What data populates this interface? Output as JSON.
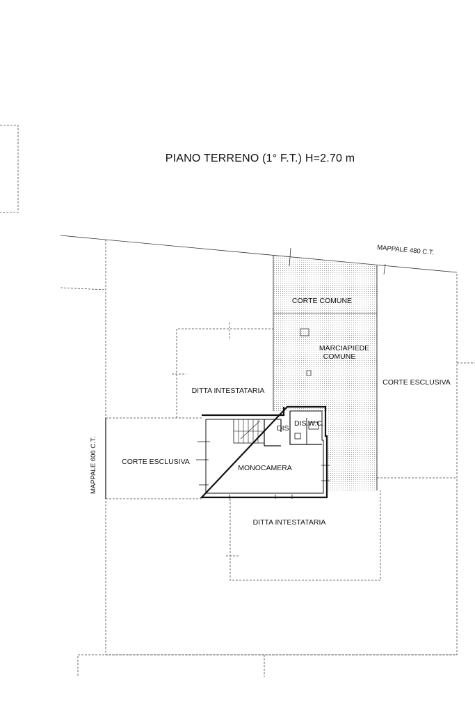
{
  "title": "PIANO TERRENO (1° F.T.) H=2.70 m",
  "labels": {
    "mappale_480": "MAPPALE 480 C.T.",
    "mappale_606": "MAPPALE 606 C.T.",
    "corte_comune": "CORTE COMUNE",
    "marciapiede_line1": "MARCIAPIEDE",
    "marciapiede_line2": "COMUNE",
    "corte_esclusiva_right": "CORTE ESCLUSIVA",
    "corte_esclusiva_left": "CORTE ESCLUSIVA",
    "ditta_intestataria_top": "DITTA INTESTATARIA",
    "ditta_intestataria_bottom": "DITTA INTESTATARIA",
    "monocamera": "MONOCAMERA",
    "dis_1": "DIS.",
    "dis_2": "DIS.",
    "wc": "W.C."
  }
}
